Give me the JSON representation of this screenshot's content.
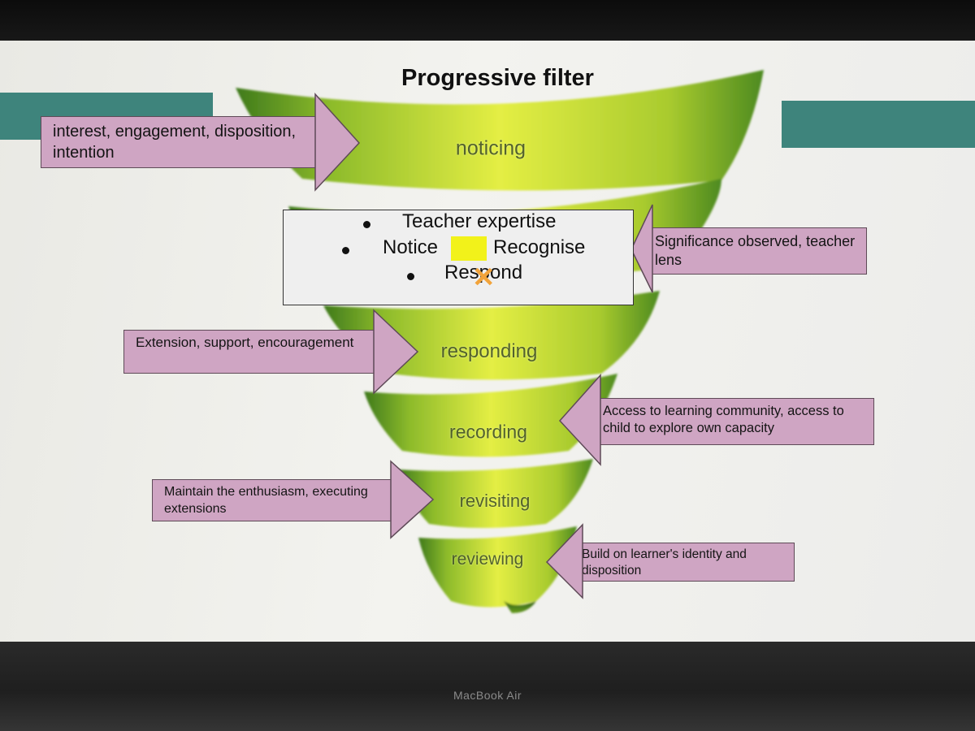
{
  "title": "Progressive filter",
  "funnel_bands": [
    "noticing",
    "responding",
    "recording",
    "revisiting",
    "reviewing"
  ],
  "arrows": {
    "interest": "interest, engagement, disposition, intention",
    "significance": "Significance observed, teacher lens",
    "extension": "Extension, support, encouragement",
    "access": "Access to learning community, access to child to explore own capacity",
    "maintain": "Maintain the enthusiasm, executing extensions",
    "build": "Build on learner's identity and disposition"
  },
  "textbox": {
    "line1": "Teacher expertise",
    "line2_left": "Notice",
    "line2_right": "Recognise",
    "line3": "Respond"
  },
  "device_label": "MacBook Air",
  "colors": {
    "teal": "#3e847c",
    "arrow_fill": "#cfa5c3",
    "funnel_green": "#c8dc3a",
    "highlight": "#f2f21a",
    "cross": "#f2a33a"
  }
}
